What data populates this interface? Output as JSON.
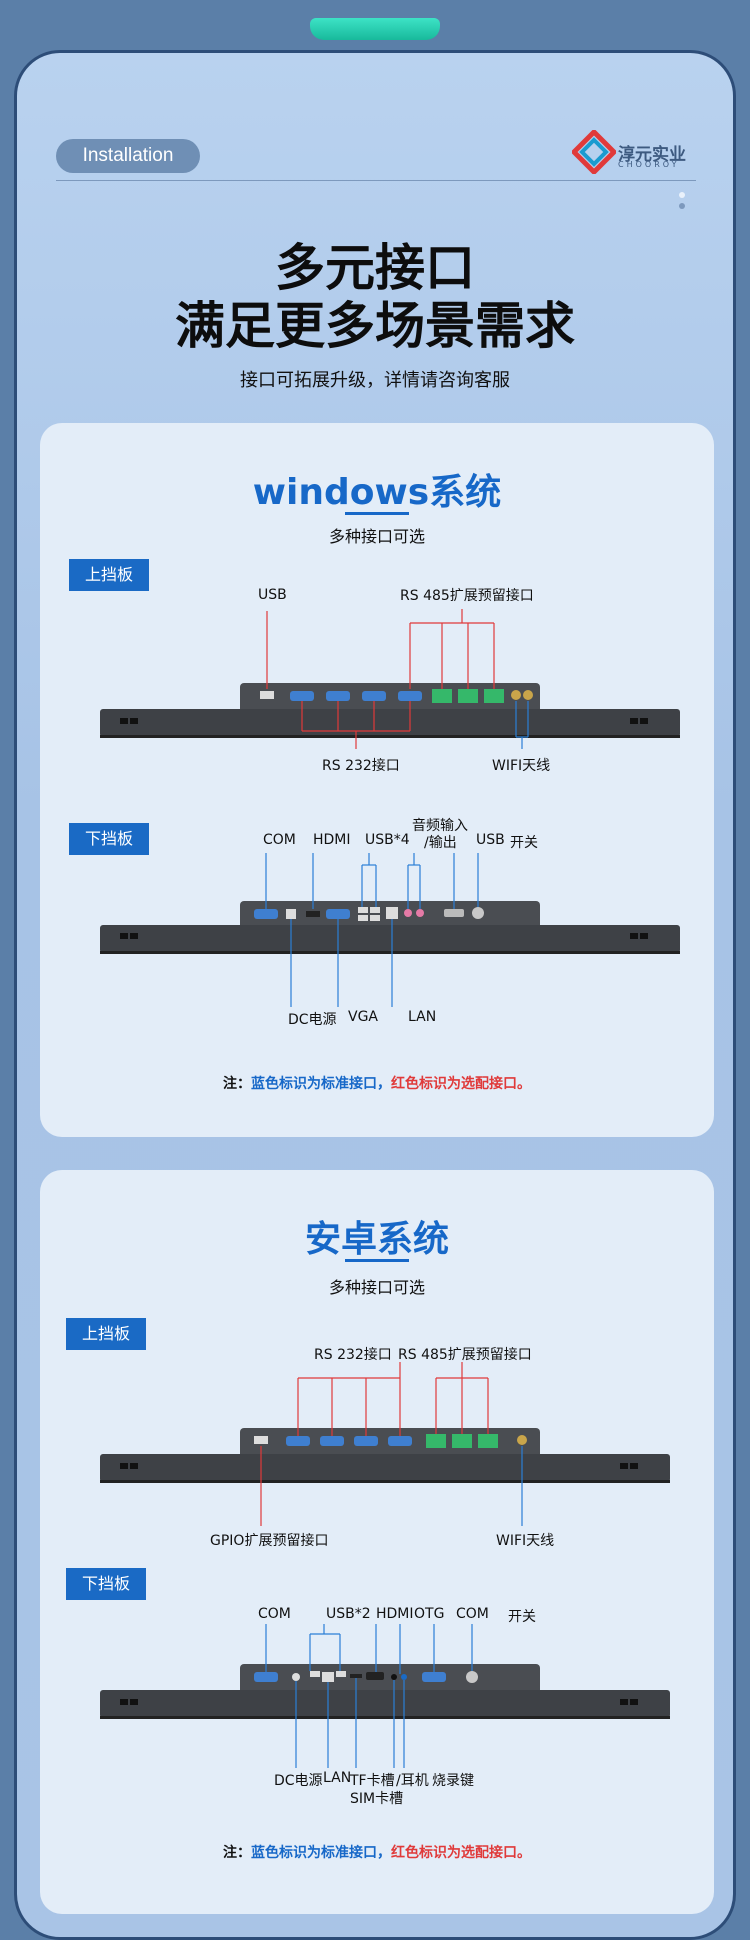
{
  "header": {
    "tag": "Installation",
    "logo_text": "淳元实业",
    "logo_sub": "CHOOROY"
  },
  "hero": {
    "title_line1": "多元接口",
    "title_line2": "满足更多场景需求",
    "subtitle": "接口可拓展升级，详情请咨询客服"
  },
  "windows": {
    "title": "windows系统",
    "subtitle": "多种接口可选",
    "top_badge": "上挡板",
    "top_labels": {
      "usb": "USB",
      "rs485": "RS 485扩展预留接口",
      "rs232": "RS 232接口",
      "wifi": "WIFI天线"
    },
    "bottom_badge": "下挡板",
    "bottom_labels": {
      "com": "COM",
      "hdmi": "HDMI",
      "usb4": "USB*4",
      "audio1": "音频输入",
      "audio2": "/输出",
      "usb": "USB",
      "power": "开关",
      "dc": "DC电源",
      "vga": "VGA",
      "lan": "LAN"
    },
    "note": {
      "prefix": "注：",
      "blue": "蓝色标识为标准接口，",
      "red": "红色标识为选配接口。"
    }
  },
  "android": {
    "title": "安卓系统",
    "subtitle": "多种接口可选",
    "top_badge": "上挡板",
    "top_labels": {
      "rs232": "RS 232接口",
      "rs485": "RS 485扩展预留接口",
      "gpio": "GPIO扩展预留接口",
      "wifi": "WIFI天线"
    },
    "bottom_badge": "下挡板",
    "bottom_labels": {
      "com1": "COM",
      "usb2": "USB*2",
      "hdmi": "HDMI",
      "otg": "OTG",
      "com2": "COM",
      "power": "开关",
      "dc": "DC电源",
      "lan": "LAN",
      "tf": "TF卡槽",
      "sim": "SIM卡槽",
      "ear": "/耳机",
      "burn": "烧录键"
    },
    "note": {
      "prefix": "注：",
      "blue": "蓝色标识为标准接口，",
      "red": "红色标识为选配接口。"
    }
  },
  "colors": {
    "accent": "#1768c8",
    "red_line": "#e03a3a",
    "blue_line": "#2b7fd6",
    "metal": "#4a4d52"
  }
}
